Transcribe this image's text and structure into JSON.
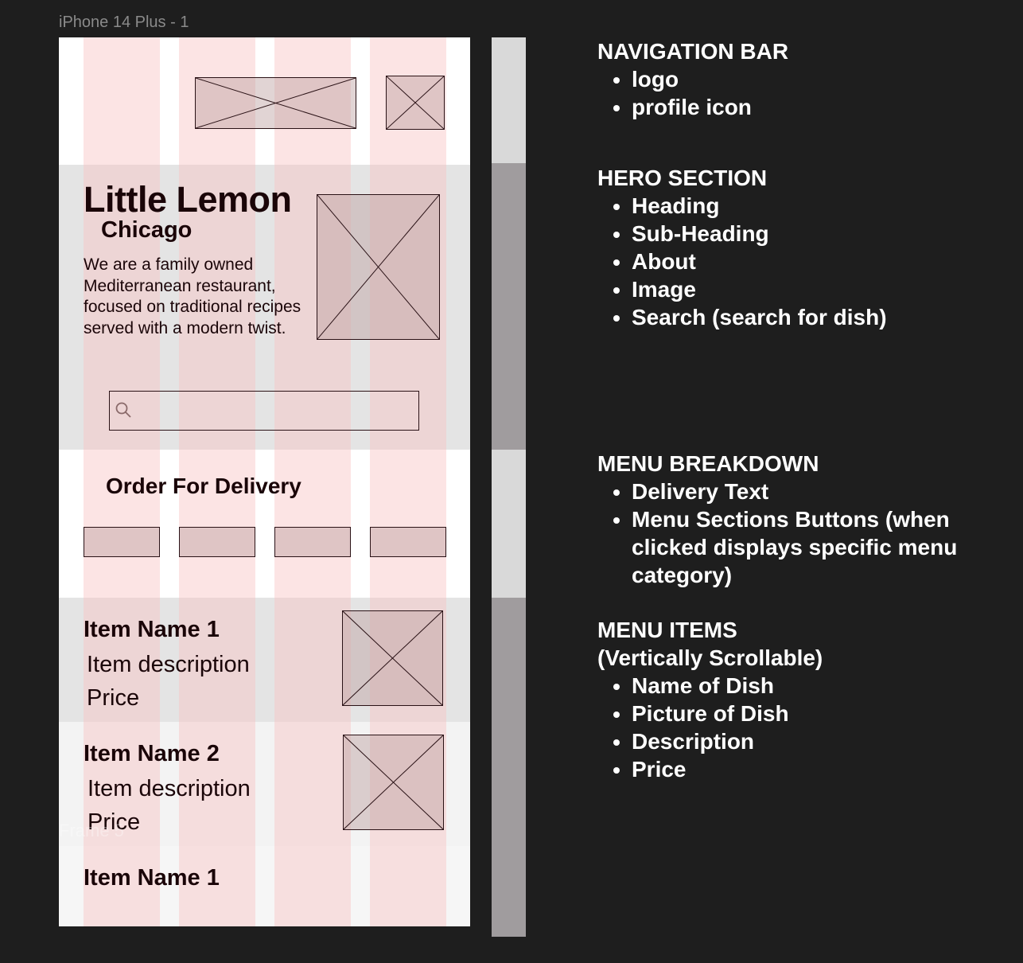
{
  "frame": {
    "label": "iPhone 14 Plus - 1",
    "sublabel": "Frame 5"
  },
  "nav": {
    "logo": "logo-placeholder",
    "profile": "profile-icon-placeholder"
  },
  "hero": {
    "heading": "Little Lemon",
    "subheading": "Chicago",
    "about": "We are a family owned Mediterranean restaurant, focused on traditional recipes served with a modern twist."
  },
  "menu": {
    "order_text": "Order For Delivery"
  },
  "items": [
    {
      "name": "Item Name 1",
      "description": "Item description",
      "price": "Price"
    },
    {
      "name": "Item Name 2",
      "description": "Item description",
      "price": "Price"
    },
    {
      "name": "Item Name 1"
    }
  ],
  "notes": {
    "nav_title": "NAVIGATION BAR",
    "nav_points": [
      "logo",
      "profile icon"
    ],
    "hero_title": "HERO SECTION",
    "hero_points": [
      "Heading",
      "Sub-Heading",
      "About",
      "Image",
      "Search (search for dish)"
    ],
    "menu_title": "MENU BREAKDOWN",
    "menu_points": [
      "Delivery Text",
      "Menu Sections Buttons (when clicked displays specific menu category)"
    ],
    "items_title": "MENU ITEMS",
    "items_title_2": "(Vertically Scrollable)",
    "items_points": [
      "Name of Dish",
      "Picture of Dish",
      "Description",
      "Price"
    ]
  },
  "colors": {
    "canvas": "#1e1e1e",
    "grid_column": "#f8c4c4",
    "placeholder": "#bca0a0",
    "text_dark": "#1a0508"
  }
}
